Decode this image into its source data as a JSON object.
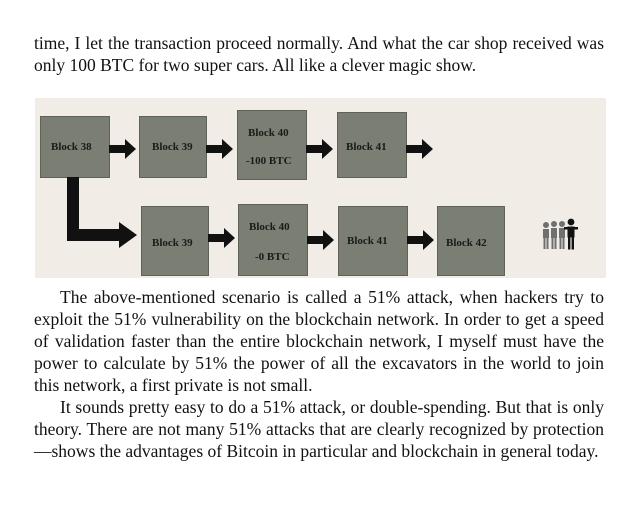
{
  "paragraphs": {
    "p1": "time, I let the transaction proceed normally. And what the car shop received was only 100 BTC for two super cars. All like a clever magic show.",
    "p2": "The above-mentioned scenario is called a 51% attack, when hackers try to exploit the 51% vulnerability on the blockchain network. In order to get a speed of validation faster than the entire blockchain network, I myself must have the power to calculate by 51% the power of all the excavators in the world to join this network, a first private is not small.",
    "p3": "It sounds pretty easy to do a 51% attack, or double-spending. But that is only theory. There are not many 51% attacks that are clearly recognized by protection—shows the advantages of Bitcoin in particular and blockchain in general today."
  },
  "figure": {
    "top_chain": {
      "block38": "Block 38",
      "block39": "Block 39",
      "block40": "Block 40",
      "block40_tx": "-100 BTC",
      "block41": "Block 41"
    },
    "bottom_chain": {
      "block39": "Block 39",
      "block40": "Block 40",
      "block40_tx": "-0 BTC",
      "block41": "Block 41",
      "block42": "Block 42"
    },
    "icons": [
      "right-arrow-icon",
      "fork-arrow-icon",
      "people-group-icon"
    ],
    "colors": {
      "block_fill": "#7b7e72",
      "arrow": "#111111",
      "figure_bg": "#f1ede6"
    }
  }
}
